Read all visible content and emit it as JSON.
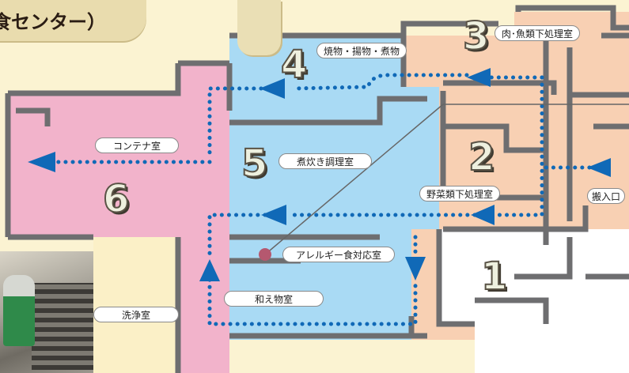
{
  "title": {
    "text": "食センター）"
  },
  "rooms": {
    "r1": "焼物・揚物・煮物",
    "r2": "肉･魚類下処理室",
    "r3": "コンテナ室",
    "r4": "煮炊き調理室",
    "r5": "野菜類下処理室",
    "r6": "搬入口",
    "r7": "アレルギー食対応室",
    "r8": "和え物室",
    "r9": "洗浄室"
  },
  "steps": {
    "s1": "1",
    "s2": "2",
    "s3": "3",
    "s4": "4",
    "s5": "5",
    "s6": "6"
  },
  "colors": {
    "pink": "#f2b3cb",
    "blue": "#a9daf4",
    "peach": "#f8d0b3",
    "wall": "#6e6e70",
    "arrow": "#1069b7"
  }
}
